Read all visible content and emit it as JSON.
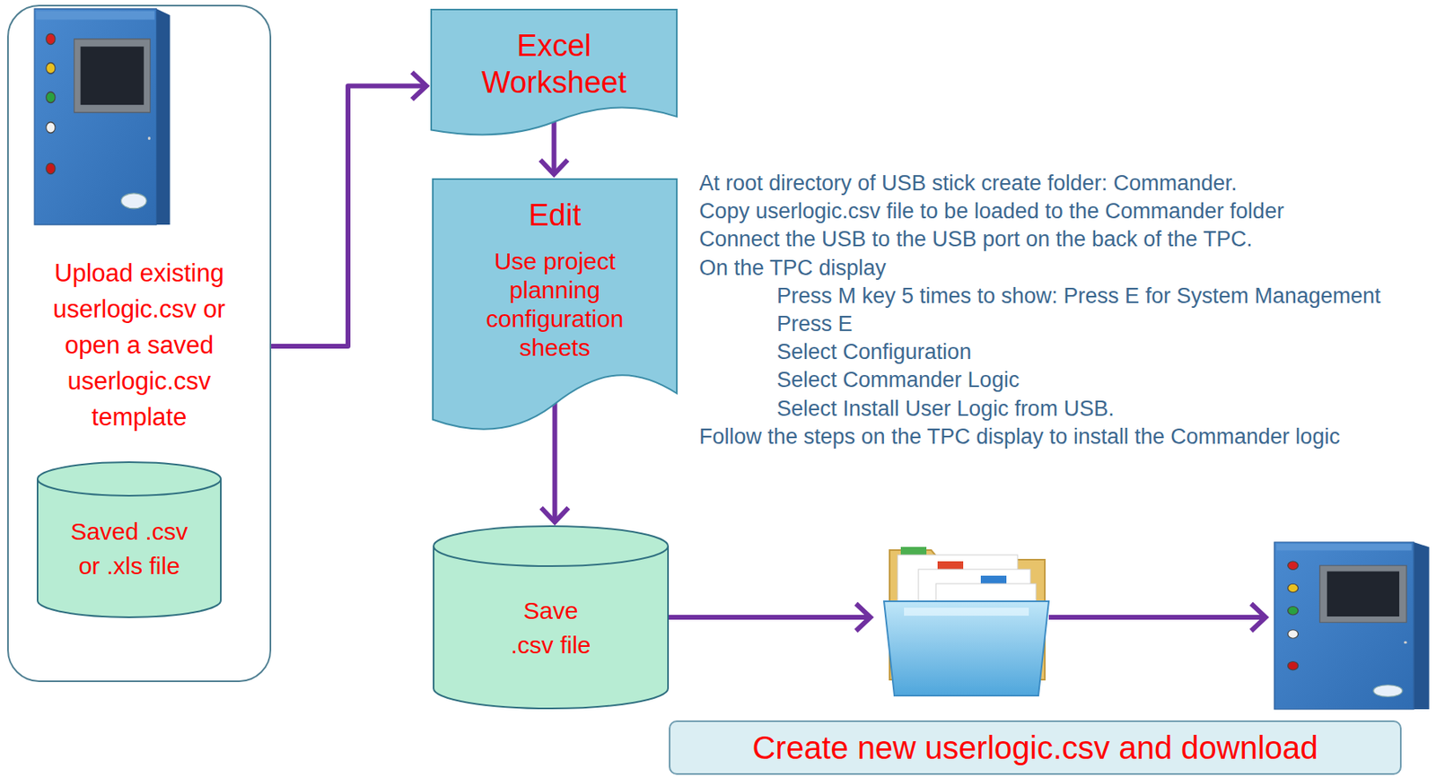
{
  "diagram": {
    "nodes": [
      {
        "text": [
          "Upload existing userlogic.csv or open a saved userlogic.csv template"
        ]
      },
      {
        "text": [
          "Saved .csv or .xls file"
        ],
        "in": 0
      },
      {
        "text": [
          "Excel Worksheet"
        ]
      },
      {
        "text": [
          "Edit",
          "Use project planning configuration sheets"
        ]
      },
      {
        "text": [
          "Save .csv file"
        ]
      },
      {
        "text": [
          "Create new userlogic.csv and download"
        ]
      }
    ],
    "edges": [
      {
        "from": 0,
        "to": 2,
        "arrow": "to"
      },
      {
        "from": 2,
        "to": 3,
        "arrow": "to"
      },
      {
        "from": 3,
        "to": 4,
        "arrow": "to"
      }
    ],
    "labels": [
      "At root directory of USB stick create folder: Commander.",
      "Copy userlogic.csv file to be loaded to the Commander folder",
      "Connect the USB to the USB port on the back of the TPC.",
      "On the TPC display",
      "Press M key 5 times to show: Press E for System Management",
      "Press E",
      "Select Configuration",
      "Select Commander Logic",
      "Select Install User Logic from USB.",
      "Follow the steps on the TPC display to install the Commander logic"
    ]
  }
}
